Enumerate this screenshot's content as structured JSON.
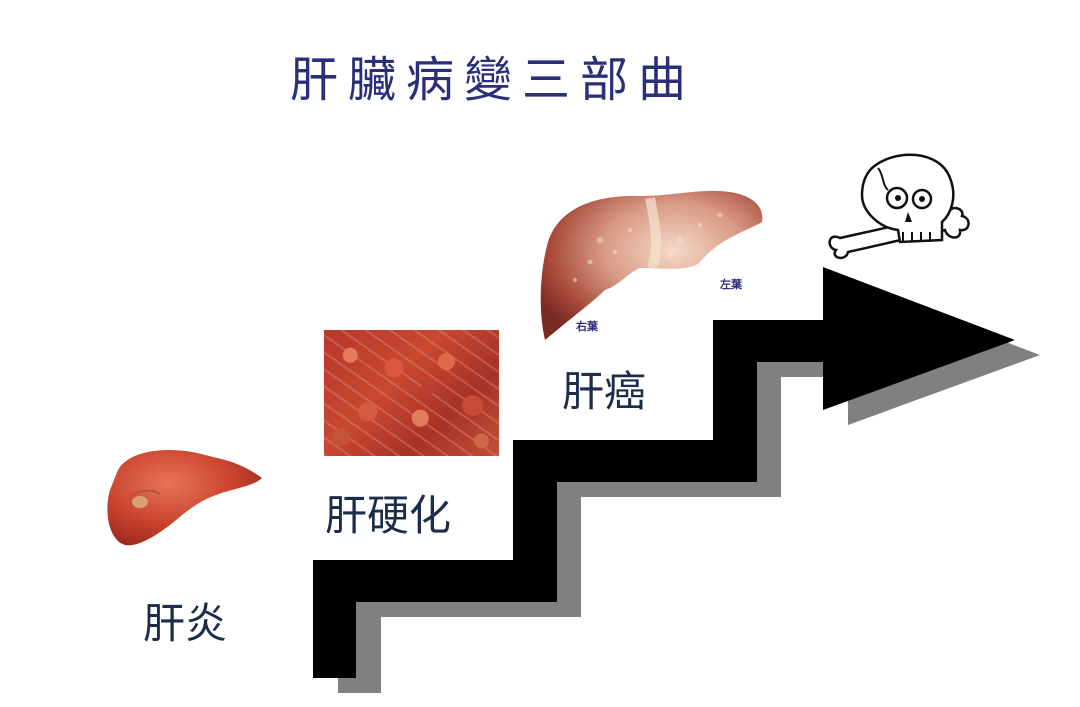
{
  "title": "肝臟病變三部曲",
  "stages": [
    {
      "label": "肝炎",
      "image": "healthy-liver-illustration"
    },
    {
      "label": "肝硬化",
      "image": "cirrhosis-tissue-photo"
    },
    {
      "label": "肝癌",
      "image": "cancerous-liver-illustration",
      "sublabels": {
        "right_lobe": "右葉",
        "left_lobe": "左葉"
      }
    },
    {
      "label": "",
      "image": "skull-and-crossbones-icon"
    }
  ],
  "colors": {
    "title": "#2b2f7a",
    "label": "#1c2c4a",
    "arrow": "#000000",
    "arrow_shadow": "#808080",
    "background": "#ffffff"
  }
}
